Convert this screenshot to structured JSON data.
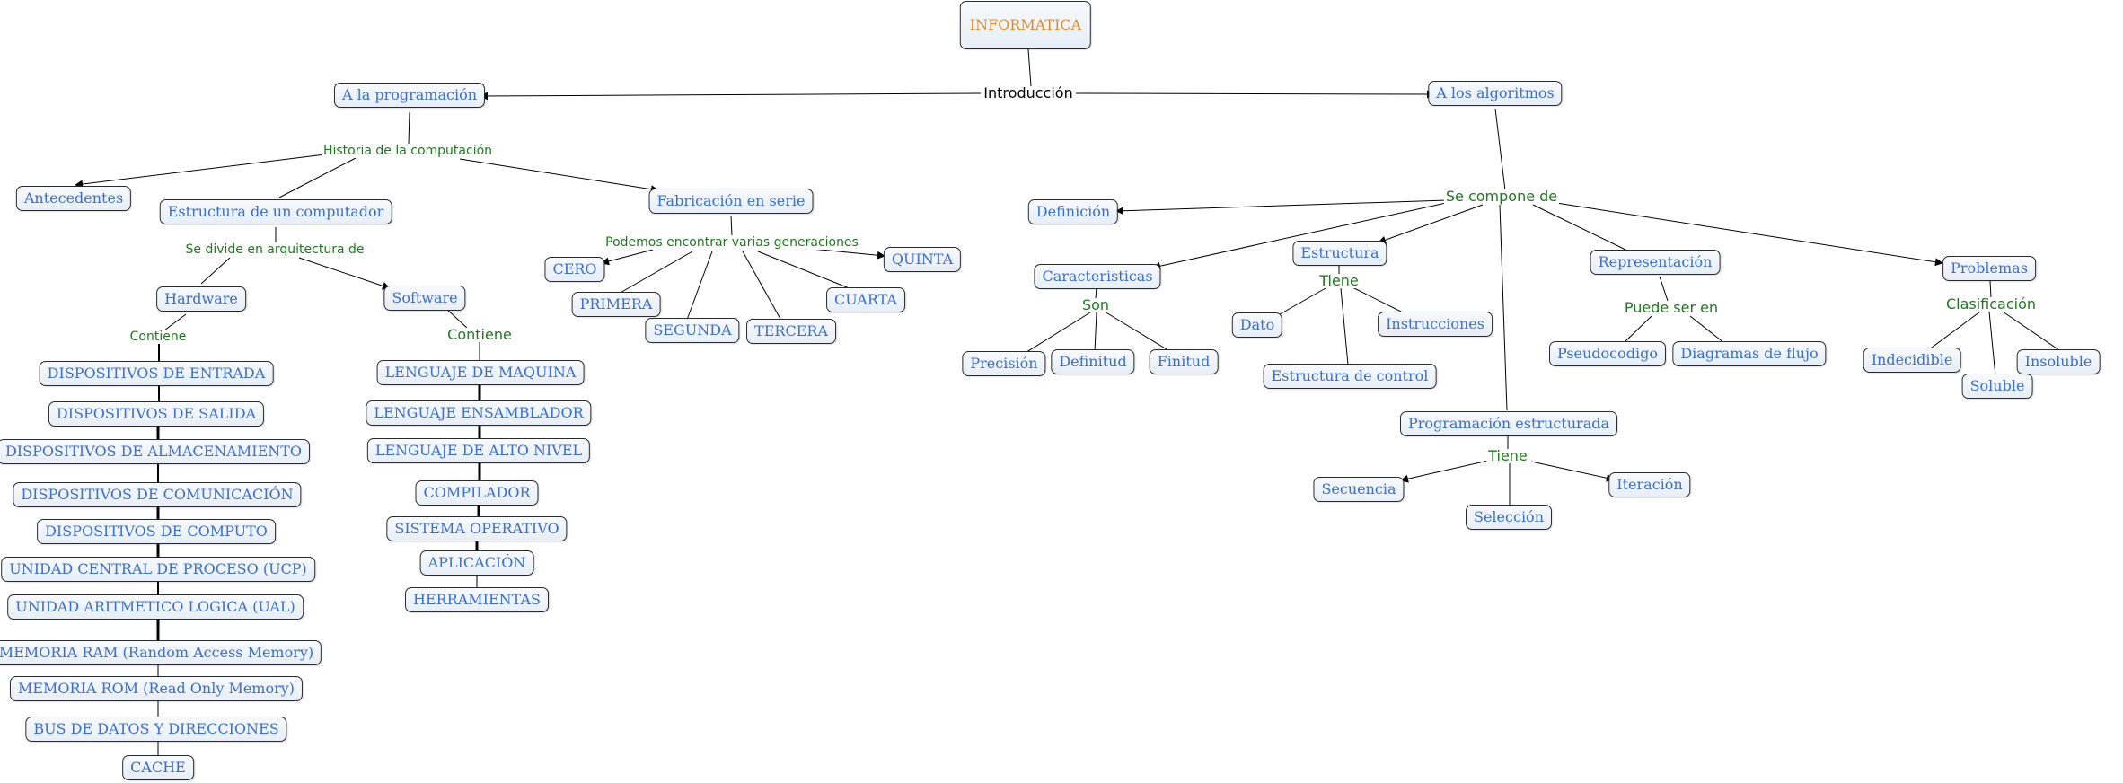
{
  "colors": {
    "node_text": "#3a6fcf",
    "root_text": "#e58a1f",
    "link_text": "#1e7a1e",
    "line": "#000000"
  },
  "nodes": {
    "informatica": "INFORMATICA",
    "a_la_programacion": "A la programación",
    "a_los_algoritmos": "A los algoritmos",
    "antecedentes": "Antecedentes",
    "estructura_computador": "Estructura de un computador",
    "fabricacion_serie": "Fabricación en serie",
    "hardware": "Hardware",
    "software": "Software",
    "cero": "CERO",
    "primera": "PRIMERA",
    "segunda": "SEGUNDA",
    "tercera": "TERCERA",
    "cuarta": "CUARTA",
    "quinta": "QUINTA",
    "hw_items": [
      "DISPOSITIVOS DE ENTRADA",
      "DISPOSITIVOS DE SALIDA",
      "DISPOSITIVOS DE ALMACENAMIENTO",
      "DISPOSITIVOS DE COMUNICACIÓN",
      "DISPOSITIVOS DE COMPUTO",
      "UNIDAD CENTRAL DE PROCESO (UCP)",
      "UNIDAD ARITMETICO LOGICA (UAL)",
      "MEMORIA RAM (Random Access Memory)",
      "MEMORIA ROM (Read Only Memory)",
      "BUS DE DATOS Y DIRECCIONES",
      "CACHE"
    ],
    "sw_items": [
      "LENGUAJE DE MAQUINA",
      "LENGUAJE ENSAMBLADOR",
      "LENGUAJE DE ALTO NIVEL",
      "COMPILADOR",
      "SISTEMA OPERATIVO",
      "APLICACIÓN",
      "HERRAMIENTAS"
    ],
    "definicion": "Definición",
    "caracteristicas": "Caracteristicas",
    "estructura": "Estructura",
    "representacion": "Representación",
    "problemas": "Problemas",
    "precision": "Precisión",
    "definitud": "Definitud",
    "finitud": "Finitud",
    "dato": "Dato",
    "instrucciones": "Instrucciones",
    "estructura_control": "Estructura de control",
    "pseudocodigo": "Pseudocodigo",
    "diagramas_flujo": "Diagramas de flujo",
    "indecidible": "Indecidible",
    "soluble": "Soluble",
    "insoluble": "Insoluble",
    "programacion_estructurada": "Programación estructurada",
    "secuencia": "Secuencia",
    "seleccion": "Selección",
    "iteracion": "Iteración"
  },
  "links": {
    "introduccion": "Introducción",
    "historia": "Historia de la computación",
    "se_divide": "Se divide en arquitectura de",
    "podemos": "Podemos encontrar varias generaciones",
    "contiene_hw": "Contiene",
    "contiene_sw": "Contiene",
    "se_compone": "Se compone de",
    "son": "Son",
    "tiene_estructura": "Tiene",
    "puede_ser": "Puede ser en",
    "clasificacion": "Clasificación",
    "tiene_programacion": "Tiene"
  }
}
